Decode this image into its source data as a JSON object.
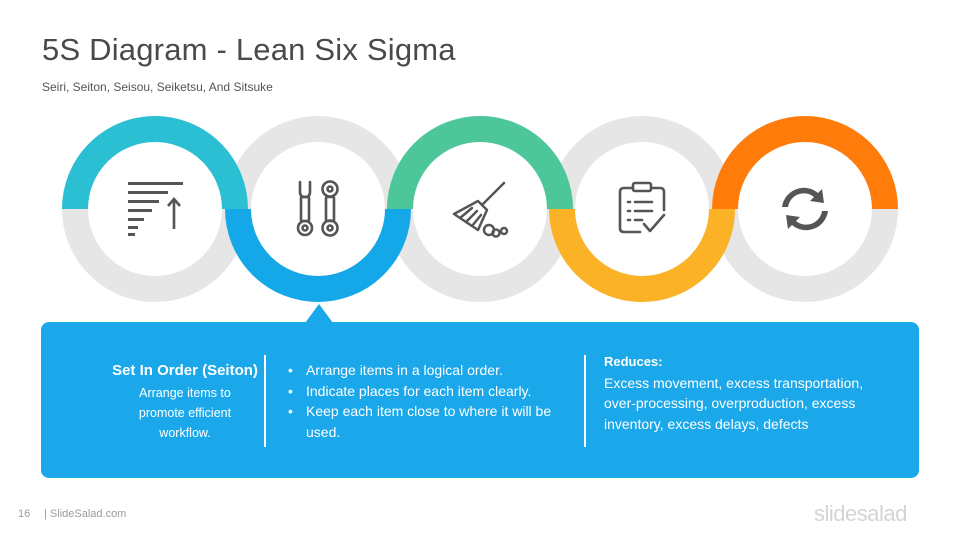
{
  "header": {
    "title": "5S Diagram - Lean Six Sigma",
    "subtitle": "Seiri, Seiton, Seisou, Seiketsu, And Sitsuke"
  },
  "rings": [
    {
      "icon": "sort-list-icon",
      "color": "#2bbfd4",
      "half": "top"
    },
    {
      "icon": "tools-icon",
      "color": "#14a8e8",
      "half": "bottom"
    },
    {
      "icon": "broom-icon",
      "color": "#4dc79a",
      "half": "top"
    },
    {
      "icon": "checklist-icon",
      "color": "#fbb227",
      "half": "bottom"
    },
    {
      "icon": "refresh-icon",
      "color": "#ff7c0a",
      "half": "top"
    }
  ],
  "colors": {
    "ring_base": "#e6e6e6",
    "panel": "#1aa8ea",
    "icon": "#555555"
  },
  "panel": {
    "heading": "Set In Order (Seiton)",
    "description": "Arrange items to promote efficient workflow.",
    "bullets": [
      "Arrange items in a logical order.",
      "Indicate places for each item clearly.",
      "Keep each item close to where it will be used."
    ],
    "reduces_label": "Reduces:",
    "reduces_text": "Excess movement, excess transportation, over-processing, overproduction, excess inventory, excess delays, defects"
  },
  "footer": {
    "page_number": "16",
    "site": "| SlideSalad.com",
    "brand": "slidesalad"
  }
}
